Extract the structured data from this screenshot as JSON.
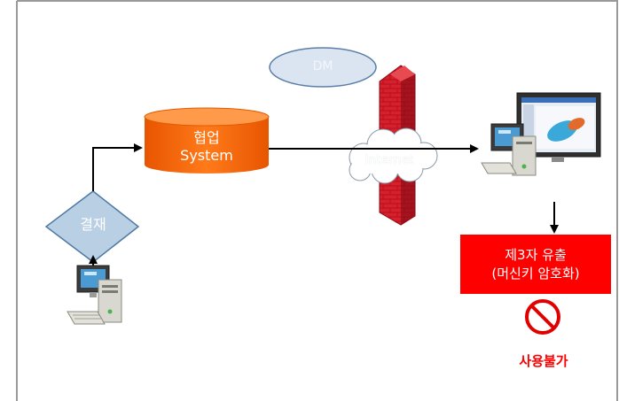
{
  "diagram": {
    "nodes": {
      "collab_system": {
        "line1": "협업",
        "line2": "System"
      },
      "dm": {
        "label": "DM"
      },
      "internet": {
        "label": "Internet"
      },
      "approval": {
        "label": "결재"
      },
      "leak": {
        "line1": "제3자 유출",
        "line2": "(머신키 암호화)"
      },
      "forbidden": {
        "label": "사용불가"
      }
    },
    "edges": [
      {
        "from": "user-pc",
        "to": "approval"
      },
      {
        "from": "approval",
        "to": "collab_system"
      },
      {
        "from": "collab_system",
        "to": "remote-pc"
      },
      {
        "from": "remote-pc",
        "to": "leak"
      }
    ]
  },
  "colors": {
    "db": "#ff6a00",
    "db_top": "#ff9a4a",
    "firewall": "#c8101e",
    "leak_box": "#ff0000",
    "forbidden": "#e00000",
    "diamond_fill": "#b9cfe4",
    "oval_fill": "#dbe5f1"
  }
}
